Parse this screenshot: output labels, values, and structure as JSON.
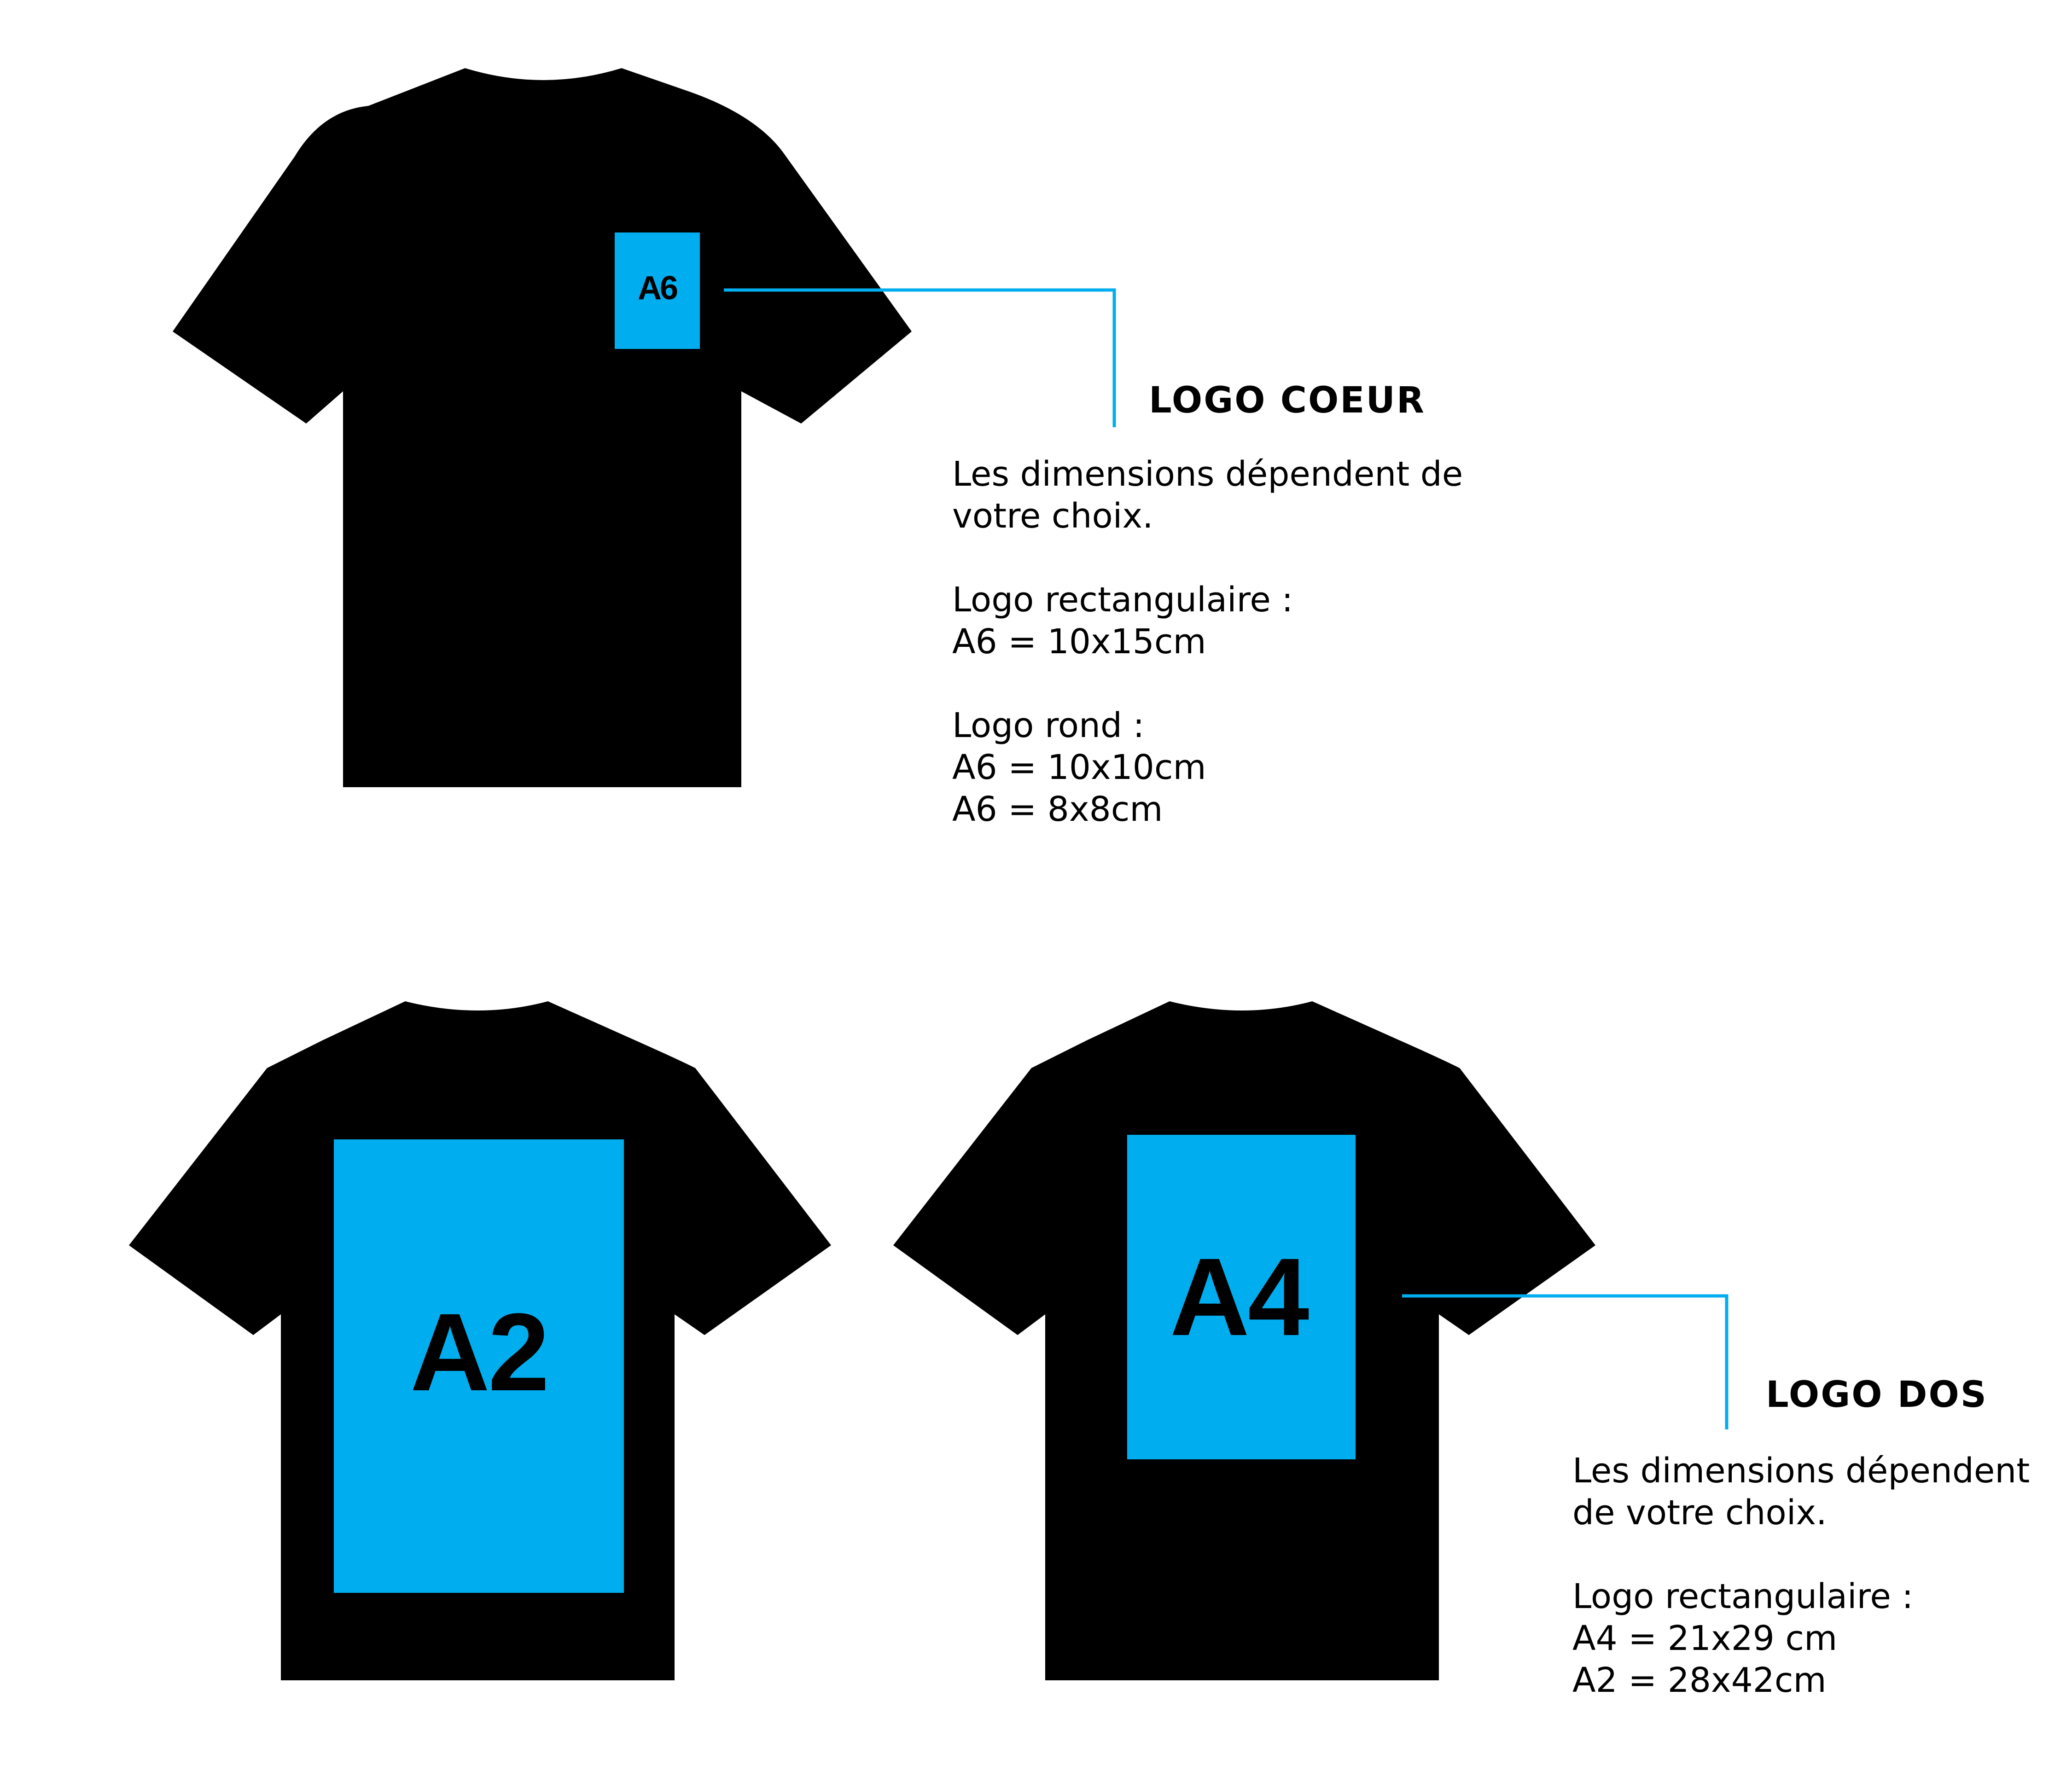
{
  "colors": {
    "shirt": "#000000",
    "print_area": "#00AEEF",
    "callout_line": "#00AEEF",
    "background": "#FFFFFF"
  },
  "front_shirt": {
    "print_label": "A6"
  },
  "back_shirt_large": {
    "print_label": "A2"
  },
  "back_shirt_medium": {
    "print_label": "A4"
  },
  "logo_coeur": {
    "title": "LOGO COEUR",
    "intro": "Les dimensions dépendent de\nvotre choix.",
    "rect_heading": "Logo rectangulaire :",
    "rect_sizes": [
      "A6 = 10x15cm"
    ],
    "round_heading": "Logo rond :",
    "round_sizes": [
      "A6 = 10x10cm",
      "A6 = 8x8cm"
    ]
  },
  "logo_dos": {
    "title": "LOGO DOS",
    "intro": "Les dimensions dépendent\nde votre choix.",
    "rect_heading": "Logo rectangulaire :",
    "rect_sizes": [
      "A4 = 21x29 cm",
      "A2 = 28x42cm"
    ]
  }
}
